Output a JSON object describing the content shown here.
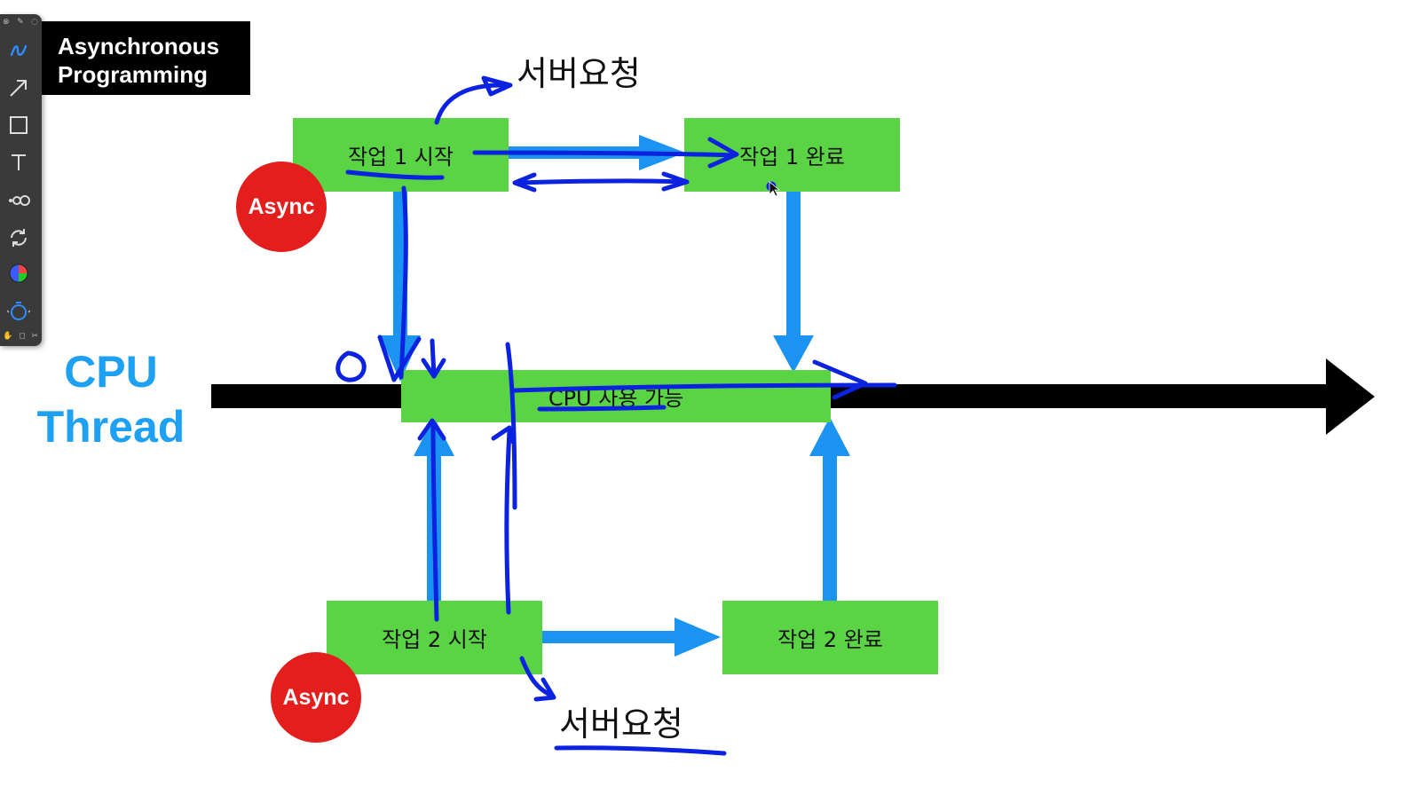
{
  "title": {
    "line1": "Asynchronous",
    "line2": "Programming"
  },
  "cpu_label": {
    "line1": "CPU",
    "line2": "Thread"
  },
  "boxes": {
    "task1_start": "작업 1 시작",
    "task1_done": "작업 1 완료",
    "cpu_available": "CPU 사용 가능",
    "task2_start": "작업 2 시작",
    "task2_done": "작업 2 완료"
  },
  "badges": {
    "async_top": "Async",
    "async_bottom": "Async"
  },
  "notes": {
    "server_request_top": "서버요청",
    "server_request_bottom": "서버요청"
  },
  "toolbar": {
    "tools": [
      "pen-icon",
      "arrow-icon",
      "rectangle-icon",
      "text-icon",
      "link-icon",
      "rotate-icon",
      "color-wheel-icon",
      "timer-icon"
    ]
  },
  "colors": {
    "box_green": "#5ad444",
    "flow_blue": "#1a94f0",
    "ink_blue": "#0b22e0",
    "async_red": "#e41d1d",
    "cpu_label_blue": "#1ea1f2"
  }
}
